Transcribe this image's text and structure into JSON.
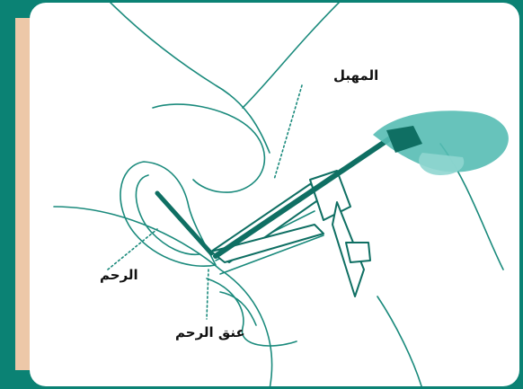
{
  "labels": {
    "speculum": "المهبل",
    "uterus": "الرحم",
    "cervix": "عنق الرحم"
  },
  "colors": {
    "border": "#0b8274",
    "side_strip": "#edc8a8",
    "line": "#1a8a7c",
    "instrument": "#0f6f63",
    "label_text": "#111111"
  },
  "icons": [
    "hand-with-instrument-icon",
    "speculum-icon"
  ]
}
